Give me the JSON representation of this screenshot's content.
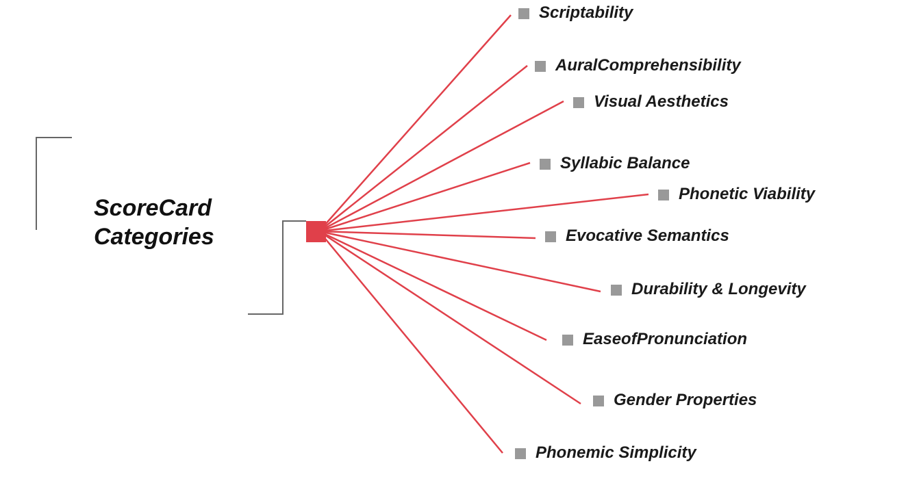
{
  "diagram": {
    "title_lines": [
      "ScoreCard",
      "Categories"
    ],
    "hub_color": "#e0404a",
    "line_color": "#e0404a",
    "bullet_color": "#999999",
    "bracket_color": "#666666",
    "categories": [
      "Scriptability",
      "AuralComprehensibility",
      "Visual Aesthetics",
      "Syllabic Balance",
      "Phonetic Viability",
      "Evocative Semantics",
      "Durability & Longevity",
      "EaseofPronunciation",
      "Gender Properties",
      "Phonemic Simplicity"
    ]
  }
}
